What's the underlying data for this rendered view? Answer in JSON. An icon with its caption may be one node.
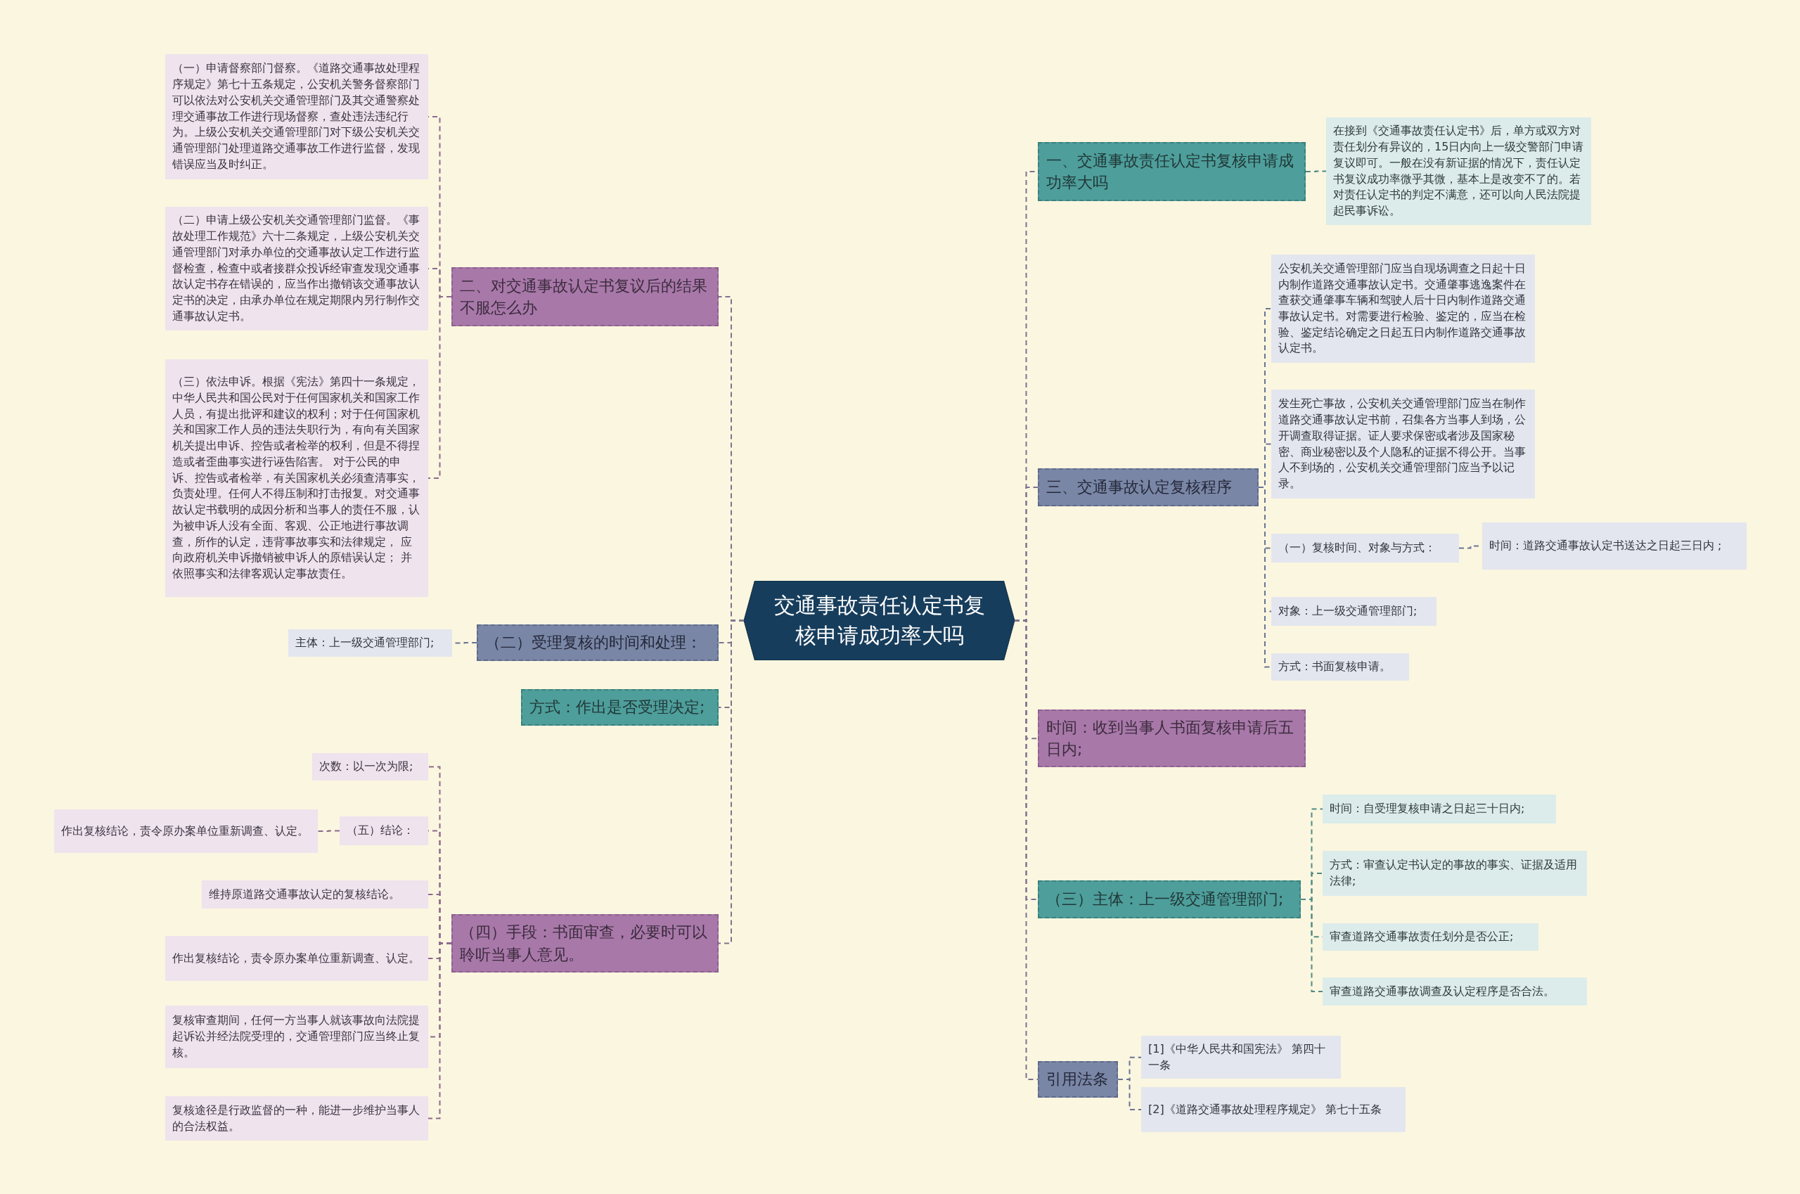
{
  "diagram": {
    "nodes": [
      {
        "text": [
          "交通事故责任认定书复核申请成功率大吗"
        ]
      },
      {
        "text": [
          "二、对交通事故认定书复议后的结果不服怎么办"
        ]
      },
      {
        "text": [
          "（一）申请督察部门督察。《道路交通事故处理程序规定》第七十五条规定，公安机关警务督察部门可以依法对公安机关交通管理部门及其交通警察处理交通事故工作进行现场督察，查处违法违纪行为。上级公安机关交通管理部门对下级公安机关交通管理部门处理道路交通事故工作进行监督，发现错误应当及时纠正。"
        ]
      },
      {
        "text": [
          "（二）申请上级公安机关交通管理部门监督。《事故处理工作规范》六十二条规定，上级公安机关交通管理部门对承办单位的交通事故认定工作进行监督检查，检查中或者接群众投诉经审查发现交通事故认定书存在错误的，应当作出撤销该交通事故认定书的决定，由承办单位在规定期限内另行制作交通事故认定书。"
        ]
      },
      {
        "text": [
          "（三）依法申诉。根据《宪法》第四十一条规定，中华人民共和国公民对于任何国家机关和国家工作人员，有提出批评和建议的权利；对于任何国家机关和国家工作人员的违法失职行为，有向有关国家机关提出申诉、控告或者检举的权利，但是不得捏造或者歪曲事实进行诬告陷害。 对于公民的申诉、控告或者检举，有关国家机关必须查清事实，负责处理。任何人不得压制和打击报复。对交通事故认定书载明的成因分析和当事人的责任不服，认为被申诉人没有全面、客观、公正地进行事故调查，所作的认定，违背事故事实和法律规定， 应向政府机关申诉撤销被申诉人的原错误认定； 并依照事实和法律客观认定事故责任。"
        ]
      },
      {
        "text": [
          "（二）受理复核的时间和处理："
        ]
      },
      {
        "text": [
          "主体：上一级交通管理部门;"
        ]
      },
      {
        "text": [
          "方式：作出是否受理决定;"
        ]
      },
      {
        "text": [
          "（四）手段：书面审查，必要时可以聆听当事人意见。"
        ]
      },
      {
        "text": [
          "次数：以一次为限;"
        ]
      },
      {
        "text": [
          "（五）结论："
        ]
      },
      {
        "text": [
          "作出复核结论，责令原办案单位重新调查、认定。"
        ]
      },
      {
        "text": [
          "维持原道路交通事故认定的复核结论。"
        ]
      },
      {
        "text": [
          "作出复核结论，责令原办案单位重新调查、认定。"
        ]
      },
      {
        "text": [
          "复核审查期间，任何一方当事人就该事故向法院提起诉讼并经法院受理的，交通管理部门应当终止复核。"
        ]
      },
      {
        "text": [
          "复核途径是行政监督的一种，能进一步维护当事人的合法权益。"
        ]
      },
      {
        "text": [
          "一、交通事故责任认定书复核申请成功率大吗"
        ]
      },
      {
        "text": [
          "在接到《交通事故责任认定书》后，单方或双方对责任划分有异议的，15日内向上一级交警部门申请复议即可。一般在没有新证据的情况下，责任认定书复议成功率微乎其微，基本上是改变不了的。若对责任认定书的判定不满意，还可以向人民法院提起民事诉讼。"
        ]
      },
      {
        "text": [
          "三、交通事故认定复核程序"
        ]
      },
      {
        "text": [
          "公安机关交通管理部门应当自现场调查之日起十日内制作道路交通事故认定书。交通肇事逃逸案件在查获交通肇事车辆和驾驶人后十日内制作道路交通事故认定书。对需要进行检验、鉴定的，应当在检验、鉴定结论确定之日起五日内制作道路交通事故认定书。"
        ]
      },
      {
        "text": [
          "发生死亡事故，公安机关交通管理部门应当在制作道路交通事故认定书前，召集各方当事人到场，公开调查取得证据。证人要求保密或者涉及国家秘密、商业秘密以及个人隐私的证据不得公开。当事人不到场的，公安机关交通管理部门应当予以记录。"
        ]
      },
      {
        "text": [
          "（一）复核时间、对象与方式："
        ]
      },
      {
        "text": [
          "时间：道路交通事故认定书送达之日起三日内 ;"
        ]
      },
      {
        "text": [
          "对象：上一级交通管理部门;"
        ]
      },
      {
        "text": [
          "方式：书面复核申请。"
        ]
      },
      {
        "text": [
          "时间：收到当事人书面复核申请后五日内;"
        ]
      },
      {
        "text": [
          "（三）主体：上一级交通管理部门;"
        ]
      },
      {
        "text": [
          "时间：自受理复核申请之日起三十日内;"
        ]
      },
      {
        "text": [
          "方式：审查认定书认定的事故的事实、证据及适用法律;"
        ]
      },
      {
        "text": [
          "审查道路交通事故责任划分是否公正;"
        ]
      },
      {
        "text": [
          "审查道路交通事故调查及认定程序是否合法。"
        ]
      },
      {
        "text": [
          "引用法条"
        ]
      },
      {
        "text": [
          "[1]《中华人民共和国宪法》 第四十一条"
        ]
      },
      {
        "text": [
          "[2]《道路交通事故处理程序规定》 第七十五条"
        ]
      }
    ],
    "edges": [
      {
        "from": 0,
        "to": 1,
        "arrow": "none",
        "style": "dashed"
      },
      {
        "from": 1,
        "to": 2,
        "arrow": "none",
        "style": "dashed"
      },
      {
        "from": 1,
        "to": 3,
        "arrow": "none",
        "style": "dashed"
      },
      {
        "from": 1,
        "to": 4,
        "arrow": "none",
        "style": "dashed"
      },
      {
        "from": 0,
        "to": 5,
        "arrow": "none",
        "style": "dashed"
      },
      {
        "from": 5,
        "to": 6,
        "arrow": "none",
        "style": "dashed"
      },
      {
        "from": 0,
        "to": 7,
        "arrow": "none",
        "style": "dashed"
      },
      {
        "from": 0,
        "to": 8,
        "arrow": "none",
        "style": "dashed"
      },
      {
        "from": 8,
        "to": 9,
        "arrow": "none",
        "style": "dashed"
      },
      {
        "from": 8,
        "to": 10,
        "arrow": "none",
        "style": "dashed"
      },
      {
        "from": 10,
        "to": 11,
        "arrow": "none",
        "style": "dashed"
      },
      {
        "from": 8,
        "to": 12,
        "arrow": "none",
        "style": "dashed"
      },
      {
        "from": 8,
        "to": 13,
        "arrow": "none",
        "style": "dashed"
      },
      {
        "from": 8,
        "to": 14,
        "arrow": "none",
        "style": "dashed"
      },
      {
        "from": 8,
        "to": 15,
        "arrow": "none",
        "style": "dashed"
      },
      {
        "from": 0,
        "to": 16,
        "arrow": "none",
        "style": "dashed"
      },
      {
        "from": 16,
        "to": 17,
        "arrow": "none",
        "style": "dashed"
      },
      {
        "from": 0,
        "to": 18,
        "arrow": "none",
        "style": "dashed"
      },
      {
        "from": 18,
        "to": 19,
        "arrow": "none",
        "style": "dashed"
      },
      {
        "from": 18,
        "to": 20,
        "arrow": "none",
        "style": "dashed"
      },
      {
        "from": 18,
        "to": 21,
        "arrow": "none",
        "style": "dashed"
      },
      {
        "from": 21,
        "to": 22,
        "arrow": "none",
        "style": "dashed"
      },
      {
        "from": 18,
        "to": 23,
        "arrow": "none",
        "style": "dashed"
      },
      {
        "from": 18,
        "to": 24,
        "arrow": "none",
        "style": "dashed"
      },
      {
        "from": 0,
        "to": 25,
        "arrow": "none",
        "style": "dashed"
      },
      {
        "from": 0,
        "to": 26,
        "arrow": "none",
        "style": "dashed"
      },
      {
        "from": 26,
        "to": 27,
        "arrow": "none",
        "style": "dashed"
      },
      {
        "from": 26,
        "to": 28,
        "arrow": "none",
        "style": "dashed"
      },
      {
        "from": 26,
        "to": 29,
        "arrow": "none",
        "style": "dashed"
      },
      {
        "from": 26,
        "to": 30,
        "arrow": "none",
        "style": "dashed"
      },
      {
        "from": 0,
        "to": 31,
        "arrow": "none",
        "style": "dashed"
      },
      {
        "from": 31,
        "to": 32,
        "arrow": "none",
        "style": "dashed"
      },
      {
        "from": 31,
        "to": 33,
        "arrow": "none",
        "style": "dashed"
      }
    ]
  }
}
